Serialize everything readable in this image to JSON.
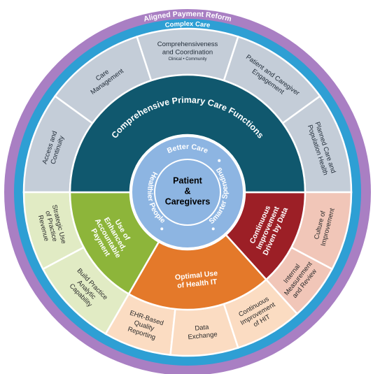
{
  "outer_ring": {
    "label": "Aligned Payment Reform",
    "color": "#a97fc3"
  },
  "second_ring": {
    "label": "Complex Care",
    "color": "#2e9fd4"
  },
  "center": {
    "lines": [
      "Patient",
      "&",
      "Caregivers"
    ],
    "color": "#8db5e2"
  },
  "inner_ring_labels": {
    "top": "Better Care",
    "right": "Smarter Spending",
    "left": "Healthier People"
  },
  "primary_care": {
    "title": "Comprehensive  Primary Care Functions",
    "color": "#10586e",
    "items": [
      {
        "lines": [
          "Access and",
          "Continuity"
        ]
      },
      {
        "lines": [
          "Care",
          "Management"
        ]
      },
      {
        "lines": [
          "Comprehensiveness",
          "and Coordination"
        ],
        "sub": "Clinical • Community"
      },
      {
        "lines": [
          "Patient and Caregiver",
          "Engagement"
        ]
      },
      {
        "lines": [
          "Planned Care and",
          "Population Health"
        ]
      }
    ],
    "item_color": "#c4cdd8"
  },
  "pillars": [
    {
      "id": "payment",
      "lines": [
        "Use of",
        "Enhanced,",
        "Accountable",
        "Payment"
      ],
      "color": "#8db53a",
      "item_color": "#e1ebc4",
      "items": [
        {
          "lines": [
            "Strategic Use",
            "of Practice",
            "Revenue"
          ]
        },
        {
          "lines": [
            "Build Practice",
            "Analytic",
            "Capability"
          ]
        }
      ]
    },
    {
      "id": "health-it",
      "lines": [
        "Optimal Use",
        "of Health IT"
      ],
      "color": "#e4792a",
      "item_color": "#fbdcc2",
      "items": [
        {
          "lines": [
            "EHR-Based",
            "Quality",
            "Reporting"
          ]
        },
        {
          "lines": [
            "Data",
            "Exchange"
          ]
        },
        {
          "lines": [
            "Continuous",
            "Improvement",
            "of HIT"
          ]
        }
      ]
    },
    {
      "id": "data",
      "lines": [
        "Continuous",
        "Improvement",
        "Driven by Data"
      ],
      "color": "#9c1f26",
      "item_color": "#f1c6b8",
      "items": [
        {
          "lines": [
            "Internal",
            "Measurement",
            "and Review"
          ]
        },
        {
          "lines": [
            "Culture of",
            "Improvement"
          ]
        }
      ]
    }
  ]
}
